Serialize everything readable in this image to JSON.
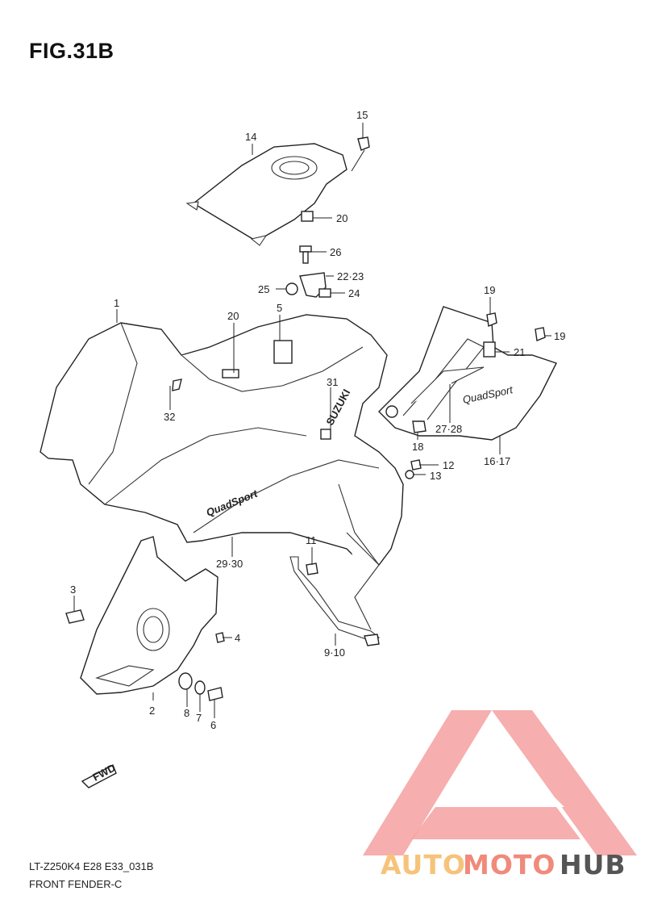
{
  "figure": {
    "title": "FIG.31B"
  },
  "footer": {
    "code": "LT-Z250K4 E28 E33_031B",
    "name": "FRONT FENDER-C"
  },
  "callouts": [
    "1",
    "2",
    "3",
    "4",
    "5",
    "6",
    "7",
    "8",
    "9·10",
    "11",
    "12",
    "13",
    "14",
    "15",
    "16·17",
    "18",
    "19",
    "19",
    "20",
    "20",
    "21",
    "22·23",
    "24",
    "25",
    "26",
    "27·28",
    "29·30",
    "31",
    "32"
  ],
  "decals": {
    "brand": "SUZUKI",
    "model": "QuadSport",
    "fwd": "FWD"
  },
  "watermark": {
    "part1": "AUTO",
    "part2": "MOTO",
    "part3": "HUB",
    "color1": "#f6c37a",
    "color2": "#f08a7a",
    "color3": "#555555"
  },
  "colors": {
    "line": "#222222",
    "logo": "#f4a0a0"
  }
}
